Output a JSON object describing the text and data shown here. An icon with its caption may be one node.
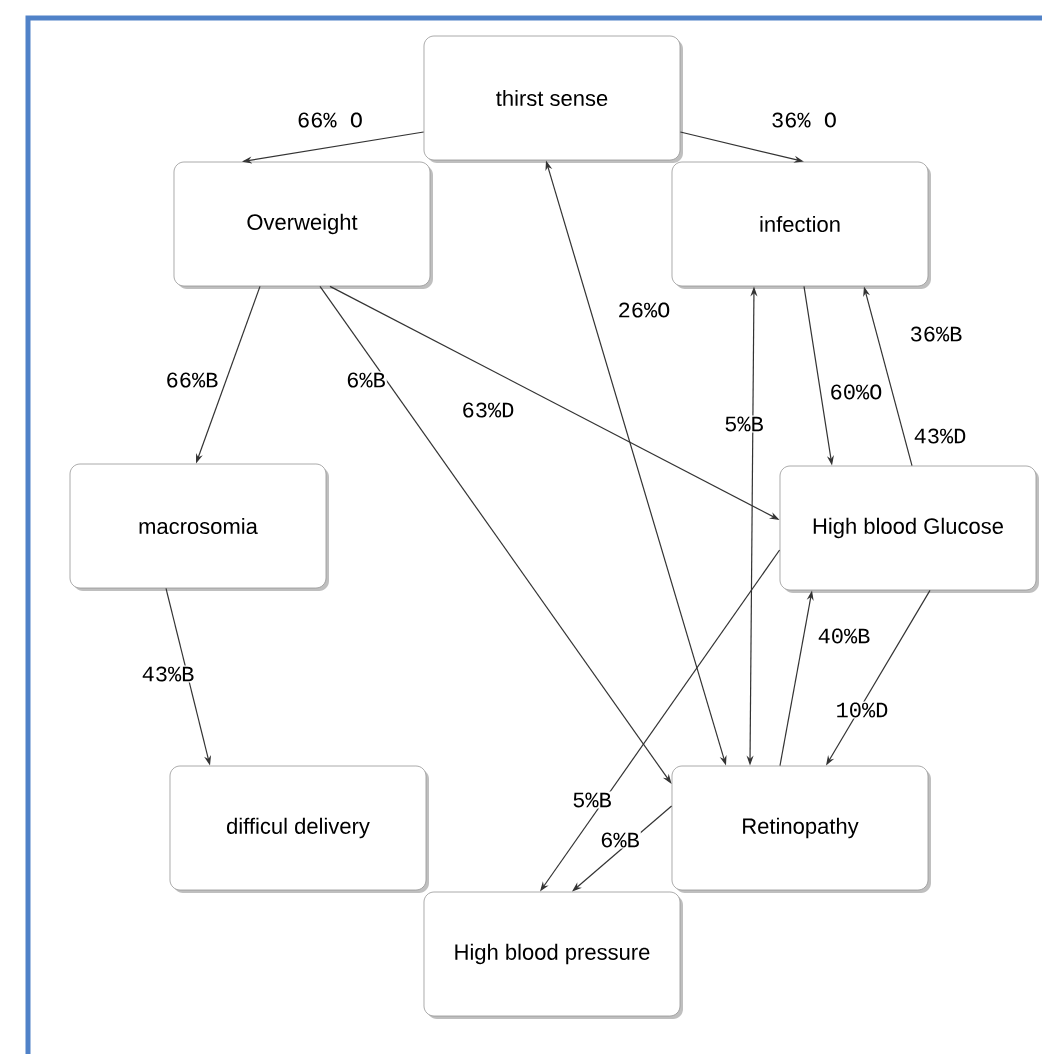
{
  "diagram": {
    "nodes": [
      {
        "text": [
          "thirst sense"
        ]
      },
      {
        "text": [
          "Overweight"
        ]
      },
      {
        "text": [
          "infection"
        ]
      },
      {
        "text": [
          "macrosomia"
        ]
      },
      {
        "text": [
          "High blood Glucose"
        ]
      },
      {
        "text": [
          "difficul delivery"
        ]
      },
      {
        "text": [
          "Retinopathy"
        ]
      },
      {
        "text": [
          "High blood pressure"
        ]
      }
    ],
    "edges": [
      {
        "from": 0,
        "to": 1,
        "arrow": "to",
        "label": "66% O"
      },
      {
        "from": 0,
        "to": 2,
        "arrow": "to",
        "label": "36% O"
      },
      {
        "from": 6,
        "to": 0,
        "arrow": "both",
        "label": "26%O"
      },
      {
        "from": 1,
        "to": 3,
        "arrow": "to",
        "label": "66%B"
      },
      {
        "from": 1,
        "to": 6,
        "arrow": "to",
        "label": "6%B"
      },
      {
        "from": 1,
        "to": 4,
        "arrow": "to",
        "label": "63%D"
      },
      {
        "from": 6,
        "to": 2,
        "arrow": "both",
        "label": "5%B"
      },
      {
        "from": 2,
        "to": 4,
        "arrow": "to",
        "label": "60%O"
      },
      {
        "from": 4,
        "to": 2,
        "arrow": "to",
        "label": "36%B"
      },
      {
        "from": 4,
        "to": 7,
        "arrow": "to",
        "label": "5%B"
      },
      {
        "from": 6,
        "to": 7,
        "arrow": "to",
        "label": "6%B"
      },
      {
        "from": 6,
        "to": 4,
        "arrow": "to",
        "label": "40%B"
      },
      {
        "from": 4,
        "to": 6,
        "arrow": "to",
        "label": "10%D"
      },
      {
        "from": 3,
        "to": 5,
        "arrow": "to",
        "label": "43%B"
      }
    ],
    "labels": [
      "43%D"
    ]
  }
}
